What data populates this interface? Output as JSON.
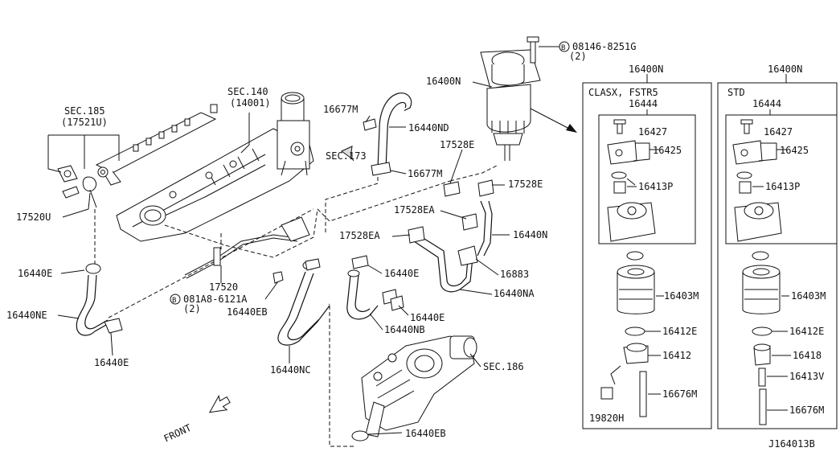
{
  "diagram": {
    "code": "J164013B",
    "front_label": "FRONT"
  },
  "labels": {
    "sec185": "SEC.185",
    "sec185_sub": "(17521U)",
    "sec140": "SEC.140",
    "sec140_sub": "(14001)",
    "sec173": "SEC.173",
    "sec186": "SEC.186",
    "p17520U": "17520U",
    "p16440E_a": "16440E",
    "p16440NE": "16440NE",
    "p16440E_b": "16440E",
    "p17520": "17520",
    "bolt_081A8": "081A8-6121A",
    "bolt_081A8_qty": "(2)",
    "p16440EB_a": "16440EB",
    "p16440NC": "16440NC",
    "p16677M_a": "16677M",
    "p16440ND": "16440ND",
    "p16677M_b": "16677M",
    "p16400N_main": "16400N",
    "bolt_08146": "08146-8251G",
    "bolt_08146_qty": "(2)",
    "p17528E_a": "17528E",
    "p17528E_b": "17528E",
    "p17528EA_a": "17528EA",
    "p17528EA_b": "17528EA",
    "p16440N": "16440N",
    "p16883": "16883",
    "p16440NA": "16440NA",
    "p16440E_c": "16440E",
    "p16440E_d": "16440E",
    "p16440NB": "16440NB",
    "p16440EB_b": "16440EB"
  },
  "panel_left": {
    "header": "16400N",
    "title": "CLASX, FSTR5",
    "sub": "16444",
    "parts": [
      "16427",
      "16425",
      "16413P",
      "16403M",
      "16412E",
      "16412",
      "16676M",
      "19820H"
    ]
  },
  "panel_right": {
    "header": "16400N",
    "title": "STD",
    "sub": "16444",
    "parts": [
      "16427",
      "16425",
      "16413P",
      "16403M",
      "16412E",
      "16418",
      "16413V",
      "16676M"
    ]
  }
}
